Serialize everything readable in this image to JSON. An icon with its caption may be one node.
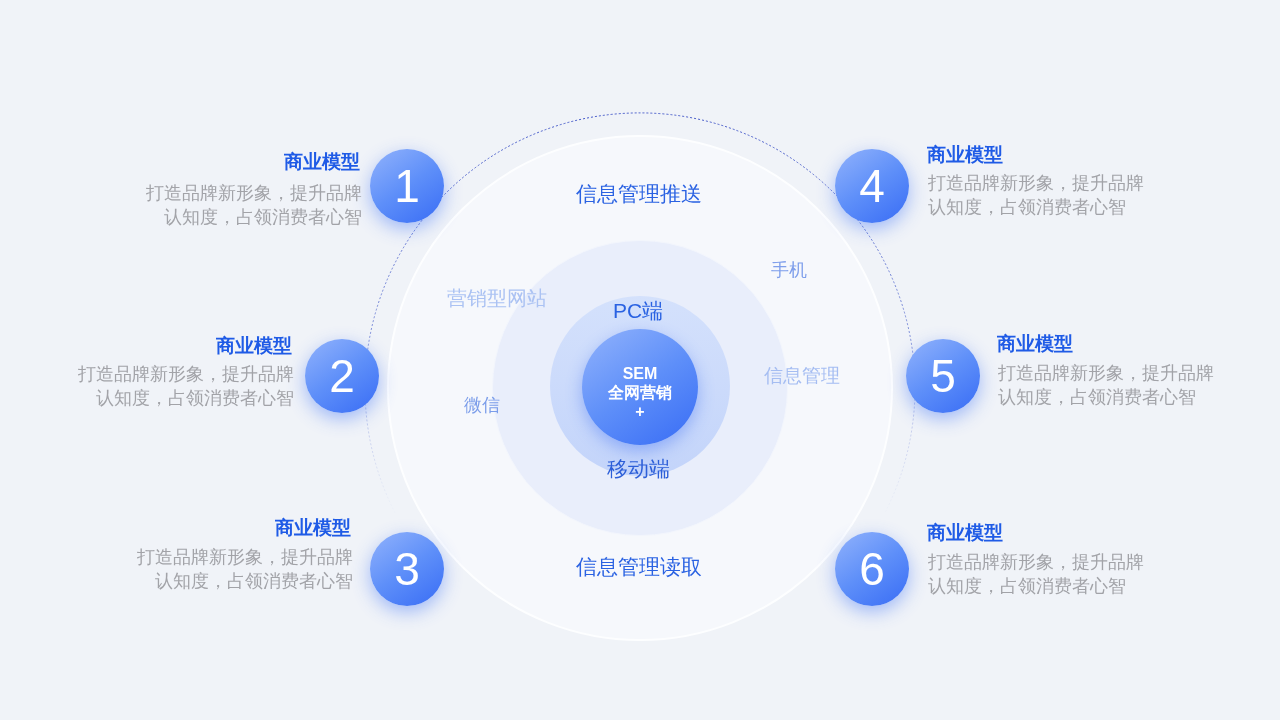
{
  "diagram": {
    "nodes": [
      {
        "text": [
          "信息管理推送",
          "手机",
          "信息管理",
          "微信",
          "信息管理读取"
        ]
      },
      {
        "text": [
          "营销型网站"
        ],
        "in": 0
      },
      {
        "text": [
          "PC端",
          "移动端"
        ],
        "in": 1
      },
      {
        "text": [
          "SEM 全网营销 +"
        ],
        "in": 2
      },
      {
        "text": [
          "1"
        ],
        "beside": [
          "商业模型",
          "打造品牌新形象，提升品牌认知度，占领消费者心智"
        ]
      },
      {
        "text": [
          "2"
        ],
        "beside": [
          "商业模型",
          "打造品牌新形象，提升品牌认知度，占领消费者心智"
        ]
      },
      {
        "text": [
          "3"
        ],
        "beside": [
          "商业模型",
          "打造品牌新形象，提升品牌认知度，占领消费者心智"
        ]
      },
      {
        "text": [
          "4"
        ],
        "beside": [
          "商业模型",
          "打造品牌新形象，提升品牌认知度，占领消费者心智"
        ]
      },
      {
        "text": [
          "5"
        ],
        "beside": [
          "商业模型",
          "打造品牌新形象，提升品牌认知度，占领消费者心智"
        ]
      },
      {
        "text": [
          "6"
        ],
        "beside": [
          "商业模型",
          "打造品牌新形象，提升品牌认知度，占领消费者心智"
        ]
      }
    ]
  }
}
